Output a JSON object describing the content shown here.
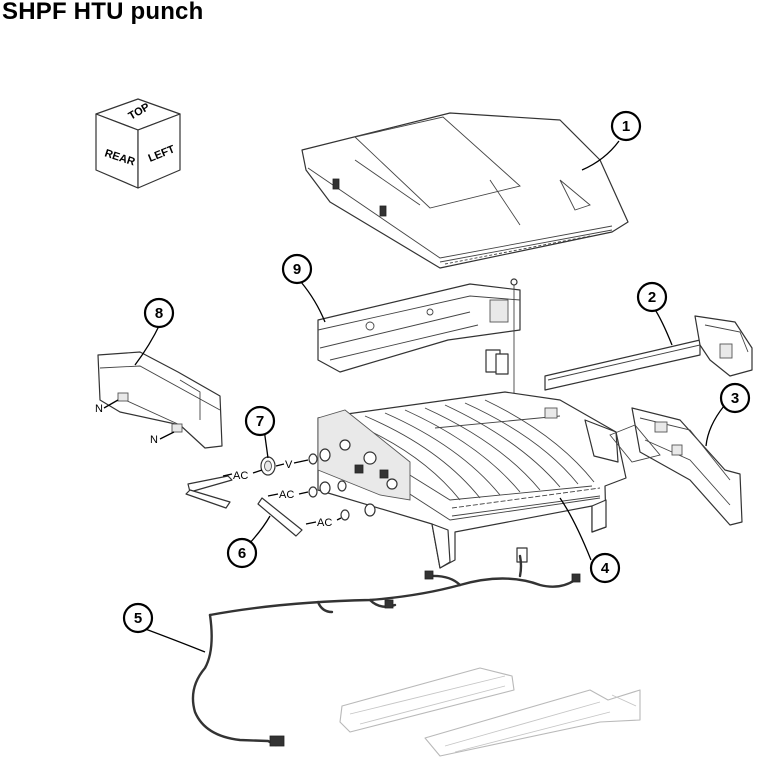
{
  "title": "SHPF HTU punch",
  "orientation_cube": {
    "top": "TOP",
    "rear": "REAR",
    "left": "LEFT"
  },
  "callouts": [
    "1",
    "2",
    "3",
    "4",
    "5",
    "6",
    "7",
    "8",
    "9"
  ],
  "labels": {
    "ac": "AC",
    "v": "V",
    "n": "N"
  }
}
